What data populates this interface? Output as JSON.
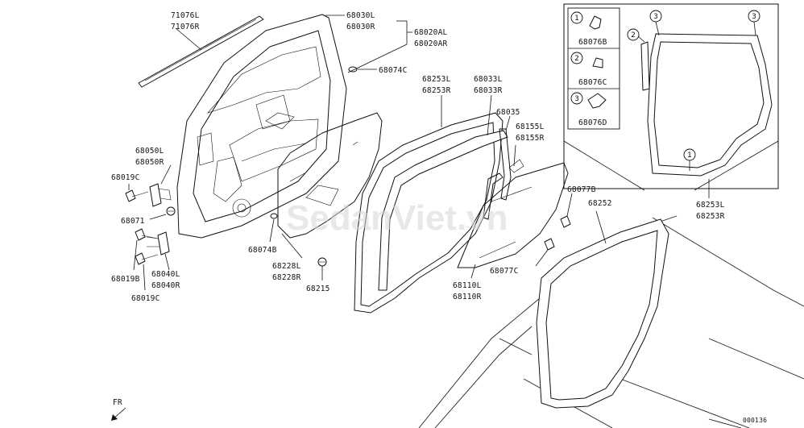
{
  "labels": {
    "p71076": [
      "71076L",
      "71076R"
    ],
    "p68030": [
      "68030L",
      "68030R"
    ],
    "p68020": [
      "68020AL",
      "68020AR"
    ],
    "p68074c": "68074C",
    "p68253_center": [
      "68253L",
      "68253R"
    ],
    "p68033": [
      "68033L",
      "68033R"
    ],
    "p68035": "68035",
    "p68155": [
      "68155L",
      "68155R"
    ],
    "p68050": [
      "68050L",
      "68050R"
    ],
    "p68019c_top": "68019C",
    "p68071": "68071",
    "p68040": [
      "68040L",
      "68040R"
    ],
    "p68019b": "68019B",
    "p68019c_bottom": "68019C",
    "p68074b": "68074B",
    "p68228": [
      "68228L",
      "68228R"
    ],
    "p68215": "68215",
    "p68077b": "68077B",
    "p68252": "68252",
    "p68077c": "68077C",
    "p68110": [
      "68110L",
      "68110R"
    ],
    "p68253_inset": [
      "68253L",
      "68253R"
    ]
  },
  "inset": {
    "clips": [
      {
        "num": "1",
        "part": "68076B"
      },
      {
        "num": "2",
        "part": "68076C"
      },
      {
        "num": "3",
        "part": "68076D"
      }
    ],
    "callouts": [
      "1",
      "2",
      "3",
      "3"
    ]
  },
  "direction": "FR",
  "watermark": "SedanViet.vn",
  "drawing_code": "000136"
}
